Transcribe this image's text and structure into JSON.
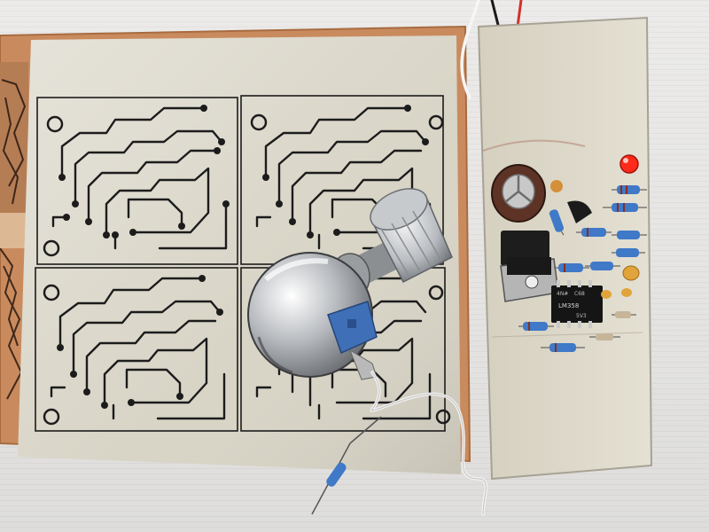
{
  "scene": {
    "subject": "pcb-with-potentiometer-and-control-board",
    "colors": {
      "background": "#e6e5e3",
      "copper_board": "#c98b5e",
      "fr4_board": "#d9d6c8",
      "trace_ink": "#1c1c1c",
      "led_red": "#ff2a1a",
      "resistor_blue": "#3f79c8",
      "capacitor_body": "#6a3a2a",
      "ic_black": "#151515"
    }
  },
  "ic_marking": {
    "lines": [
      "4N#",
      "C68",
      "LM358",
      "5V3"
    ]
  }
}
